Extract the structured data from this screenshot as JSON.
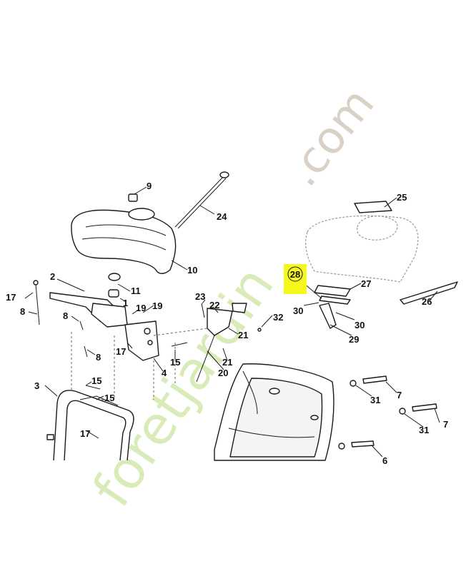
{
  "watermark": {
    "text_brown": ".com",
    "text_green": "foretjardin"
  },
  "highlight": {
    "label": "28",
    "color": "#f6f71a"
  },
  "callouts": [
    {
      "id": "c1",
      "label": "1"
    },
    {
      "id": "c2",
      "label": "2"
    },
    {
      "id": "c3",
      "label": "3"
    },
    {
      "id": "c4",
      "label": "4"
    },
    {
      "id": "c6",
      "label": "6"
    },
    {
      "id": "c7a",
      "label": "7"
    },
    {
      "id": "c7b",
      "label": "7"
    },
    {
      "id": "c8a",
      "label": "8"
    },
    {
      "id": "c8b",
      "label": "8"
    },
    {
      "id": "c8c",
      "label": "8"
    },
    {
      "id": "c9",
      "label": "9"
    },
    {
      "id": "c10",
      "label": "10"
    },
    {
      "id": "c11",
      "label": "11"
    },
    {
      "id": "c15a",
      "label": "15"
    },
    {
      "id": "c15b",
      "label": "15"
    },
    {
      "id": "c15c",
      "label": "15"
    },
    {
      "id": "c17a",
      "label": "17"
    },
    {
      "id": "c17b",
      "label": "17"
    },
    {
      "id": "c17c",
      "label": "17"
    },
    {
      "id": "c19a",
      "label": "19"
    },
    {
      "id": "c19b",
      "label": "19"
    },
    {
      "id": "c20",
      "label": "20"
    },
    {
      "id": "c21a",
      "label": "21"
    },
    {
      "id": "c21b",
      "label": "21"
    },
    {
      "id": "c22",
      "label": "22"
    },
    {
      "id": "c23",
      "label": "23"
    },
    {
      "id": "c24",
      "label": "24"
    },
    {
      "id": "c25",
      "label": "25"
    },
    {
      "id": "c26",
      "label": "26"
    },
    {
      "id": "c27",
      "label": "27"
    },
    {
      "id": "c29",
      "label": "29"
    },
    {
      "id": "c30a",
      "label": "30"
    },
    {
      "id": "c30b",
      "label": "30"
    },
    {
      "id": "c31a",
      "label": "31"
    },
    {
      "id": "c31b",
      "label": "31"
    },
    {
      "id": "c32",
      "label": "32"
    }
  ]
}
